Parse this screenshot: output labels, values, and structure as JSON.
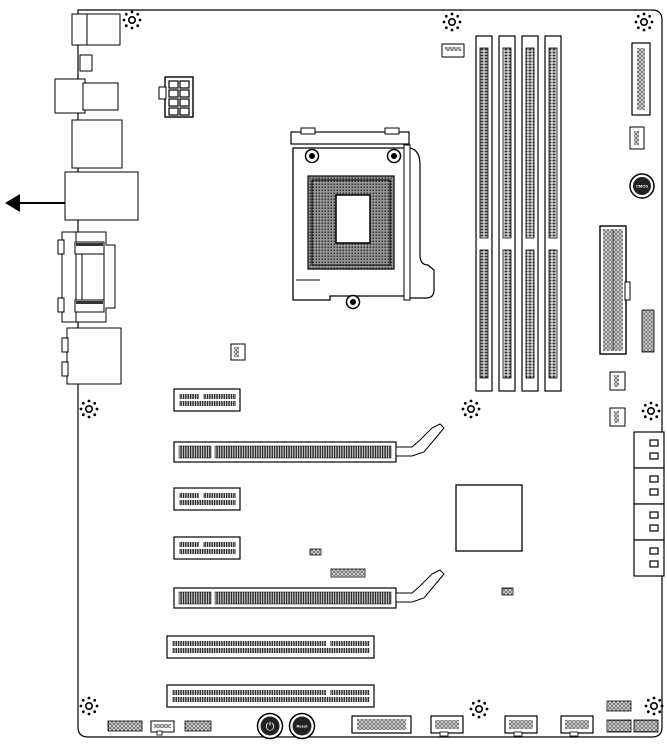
{
  "diagram": {
    "type": "motherboard-layout",
    "buttons": {
      "power_symbol": "⏻",
      "reset_label": "Reset",
      "cmos_label": "CMOS"
    },
    "icons": [
      "arrow-left-icon",
      "mounting-hole-icon",
      "power-button-icon",
      "reset-button-icon",
      "cmos-button-icon"
    ],
    "colors": {
      "line": "#000000",
      "fill_dark": "#333333",
      "fill_mid": "#777777",
      "background": "#ffffff"
    }
  }
}
